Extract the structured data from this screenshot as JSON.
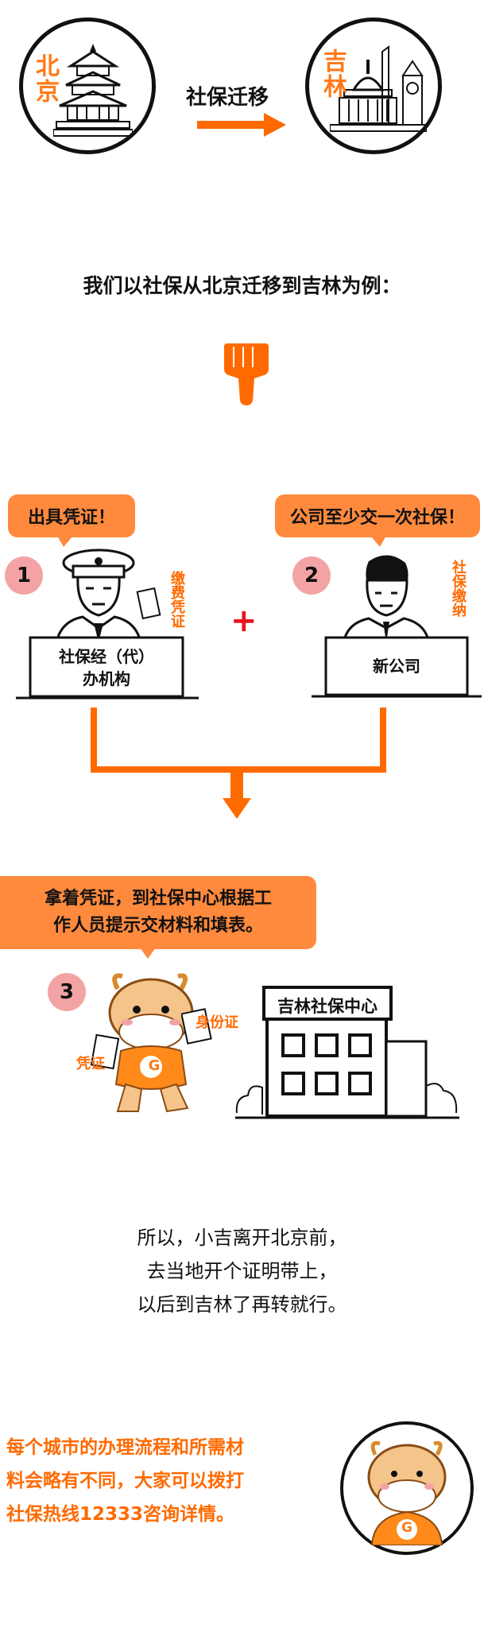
{
  "header": {
    "city_from": "北京",
    "city_to": "吉林",
    "migration_label": "社保迁移"
  },
  "intro_text": "我们以社保从北京迁移到吉林为例：",
  "step1": {
    "number": "1",
    "bubble": "出具凭证！",
    "desk_label_line1": "社保经（代）",
    "desk_label_line2": "办机构",
    "side_label": "缴费凭证"
  },
  "plus": "+",
  "step2": {
    "number": "2",
    "bubble": "公司至少交一次社保！",
    "desk_label": "新公司",
    "side_label": "社保缴纳"
  },
  "step3": {
    "number": "3",
    "bubble_line1": "拿着凭证，到社保中心根据工",
    "bubble_line2": "作人员提示交材料和填表。",
    "id_label": "身份证",
    "voucher_label": "凭证",
    "mascot_letter": "G",
    "building_sign": "吉林社保中心"
  },
  "summary": {
    "line1": "所以，小吉离开北京前，",
    "line2": "去当地开个证明带上，",
    "line3": "以后到吉林了再转就行。"
  },
  "footer": {
    "line1": "每个城市的办理流程和所需材",
    "line2": "料会略有不同，大家可以拨打",
    "line3": "社保热线12333咨询详情。",
    "mascot_letter": "G"
  },
  "colors": {
    "orange": "#ff8a3d",
    "red_plus": "#e8141e",
    "pink_number": "#f3a3a3"
  }
}
